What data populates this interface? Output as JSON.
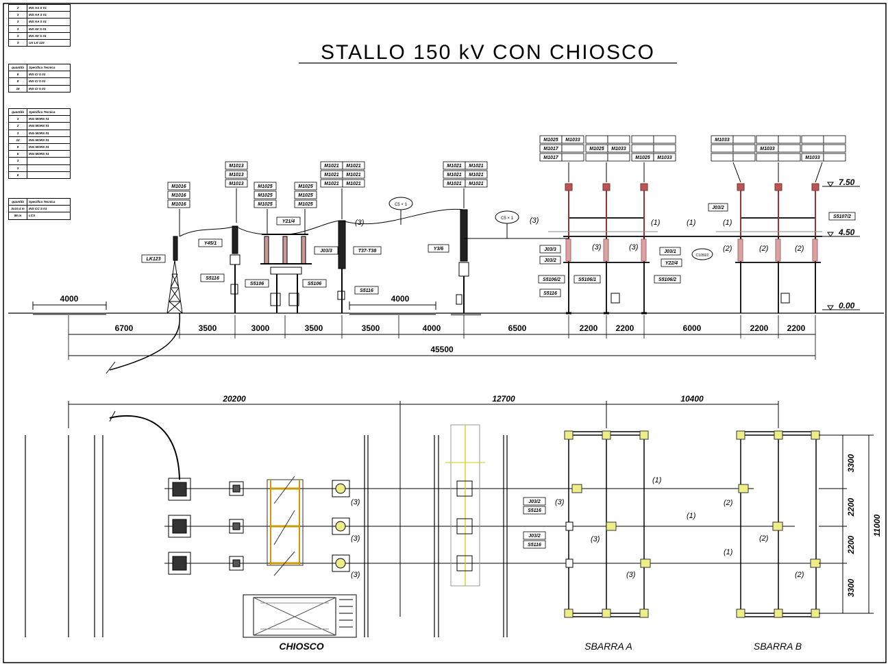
{
  "title": "STALLO 150 kV CON CHIOSCO",
  "tables": {
    "table1": [
      [
        "2",
        "INS AS S 01"
      ],
      [
        "3",
        "INS AA S 01"
      ],
      [
        "3",
        "INS AA S 01"
      ],
      [
        "3",
        "INS AV S 01"
      ],
      [
        "3",
        "INS AV S 01"
      ],
      [
        "3",
        "UX LK 123"
      ]
    ],
    "table2_header": [
      "quantità",
      "Specifica Tecnica"
    ],
    "table2": [
      [
        "6",
        "INS CI S 01"
      ],
      [
        "8",
        "INS CI S 01"
      ],
      [
        "15",
        "INS CI S 01"
      ]
    ],
    "table3_header": [
      "quantità",
      "Specifica Tecnica"
    ],
    "table3": [
      [
        "3",
        "ING MORS 01"
      ],
      [
        "2",
        "ING MORS 01"
      ],
      [
        "3",
        "ING MORS 01"
      ],
      [
        "12",
        "ING MORS 01"
      ],
      [
        "9",
        "ING MORS 01"
      ],
      [
        "6",
        "ING MORS 01"
      ],
      [
        "3",
        ""
      ],
      [
        "3",
        ""
      ],
      [
        "6",
        ""
      ]
    ],
    "table4_header": [
      "quantità",
      "Specifica Tecnica"
    ],
    "table4": [
      [
        "3x10,4 m",
        "INS CC S 01"
      ],
      [
        "96 m",
        "LCS"
      ]
    ]
  },
  "elevations": {
    "e750": "7.50",
    "e450": "4.50",
    "e000": "0.00"
  },
  "elevation_view": {
    "dims": {
      "left4000": "4000",
      "mid4000": "4000",
      "d1": "6700",
      "d2": "3500",
      "d3": "3000",
      "d4": "3500",
      "d5": "3500",
      "d6": "4000",
      "d7": "6500",
      "d8": "2200",
      "d9": "2200",
      "d10": "6000",
      "d11": "2200",
      "d12": "2200",
      "total": "45500"
    },
    "labels": {
      "lk123": "LK123",
      "y451": "Y45/1",
      "s5116a": "S5116",
      "s5106a": "S5106",
      "s5106b": "S5106",
      "y214": "Y21/4",
      "j033": "J03/3",
      "t37": "T37-T38",
      "s5116b": "S5116",
      "y36": "Y3/6",
      "c5a": "C5 × 1",
      "c5b": "C5 × 1",
      "p3a": "(3)",
      "p3b": "(3)",
      "p3c": "(3)",
      "p3d": "(3)",
      "p1a": "(1)",
      "p1b": "(1)",
      "p1c": "(1)",
      "p2a": "(2)",
      "p2b": "(2)",
      "p2c": "(2)",
      "j033b": "J03/3",
      "j032": "J03/2",
      "j031": "J03/1",
      "y224": "Y22/4",
      "s51062a": "S5106/2",
      "s51061": "S5106/1",
      "s51062b": "S5106/2",
      "s5116c": "S5116",
      "j032b": "J03/2",
      "s51072": "S5107/2",
      "c10502": "C1050/2"
    },
    "m_boxes": {
      "m1016": [
        "M1016",
        "M1016",
        "M1016"
      ],
      "m1013": [
        "M1013",
        "M1013",
        "M1013"
      ],
      "m1025a": [
        "M1025",
        "M1025",
        "M1025"
      ],
      "m1025b": [
        "M1025",
        "M1025",
        "M1025"
      ],
      "m1021a": [
        "M1021",
        "M1021",
        "M1021",
        "M1021",
        "M1021",
        "M1021"
      ],
      "m1021b": [
        "M1021",
        "M1021",
        "M1021",
        "M1021",
        "M1021",
        "M1021"
      ],
      "g1": [
        "M1025",
        "M1033",
        "M1017",
        "",
        "M1017",
        ""
      ],
      "g2": [
        "",
        "",
        "M1025",
        "M1033",
        "",
        ""
      ],
      "g3": [
        "",
        "",
        "",
        "",
        "M1025",
        "M1033"
      ],
      "g4": [
        "M1033",
        "",
        "",
        "",
        "",
        ""
      ],
      "g5": [
        "",
        "",
        "M1033",
        "",
        "",
        ""
      ],
      "g6": [
        "",
        "",
        "",
        "",
        "M1033",
        ""
      ]
    }
  },
  "plan_view": {
    "dims": {
      "d1": "20200",
      "d2": "12700",
      "d3": "10400",
      "v1": "3300",
      "v2": "2200",
      "v3": "2200",
      "v4": "3300",
      "vtot": "11000"
    },
    "labels": {
      "p3a": "(3)",
      "p3b": "(3)",
      "p3c": "(3)",
      "p3d": "(3)",
      "p3e": "(3)",
      "p3f": "(3)",
      "p1a": "(1)",
      "p1b": "(1)",
      "p1c": "(1)",
      "p2a": "(2)",
      "p2b": "(2)",
      "p2c": "(2)",
      "j032a": "J03/2",
      "s5116a": "S5116",
      "j032b": "J03/2",
      "s5116b": "S5116"
    },
    "captions": {
      "chiosco": "CHIOSCO",
      "sbarra_a": "SBARRA  A",
      "sbarra_b": "SBARRA  B"
    }
  }
}
